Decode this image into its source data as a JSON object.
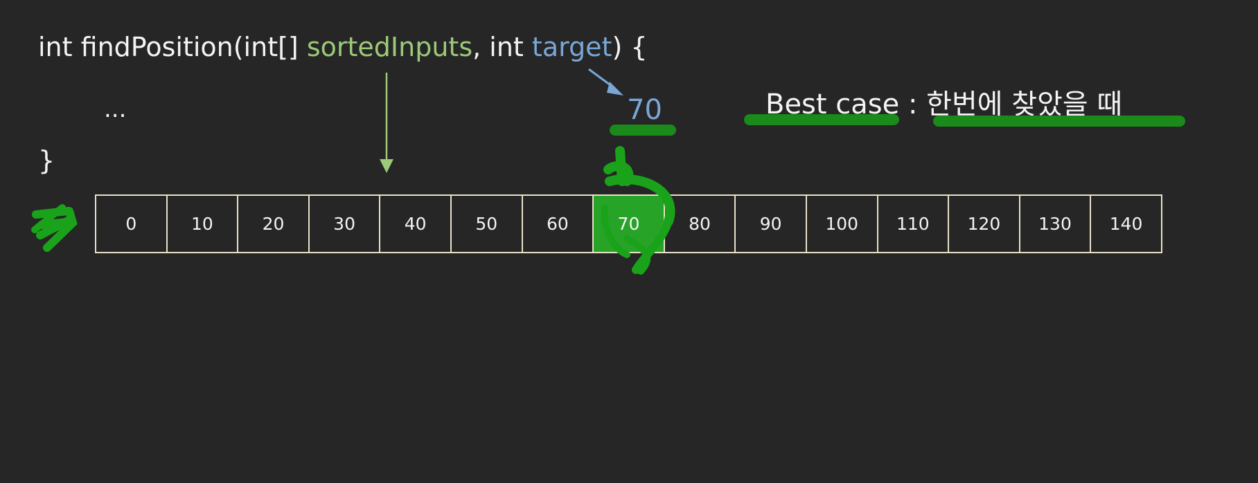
{
  "code": {
    "signature": {
      "kw_int": "int",
      "fn_name": "findPosition(int[]",
      "param1": "sortedInputs",
      "comma_int": ", int",
      "param2": "target",
      "tail": ") {"
    },
    "ellipsis": "...",
    "close_brace": "}"
  },
  "target_value": "70",
  "best_case": {
    "label": "Best case",
    "separator": ":",
    "description": "한번에 찾았을 때"
  },
  "array": {
    "values": [
      "0",
      "10",
      "20",
      "30",
      "40",
      "50",
      "60",
      "70",
      "80",
      "90",
      "100",
      "110",
      "120",
      "130",
      "140"
    ],
    "found_index": 7
  },
  "colors": {
    "background": "#262626",
    "param_green": "#9cc97a",
    "target_blue": "#7aa7d6",
    "highlight_green": "#2bd12b",
    "marker_green": "#1a8a1a",
    "cell_border": "#e9e2c8"
  }
}
